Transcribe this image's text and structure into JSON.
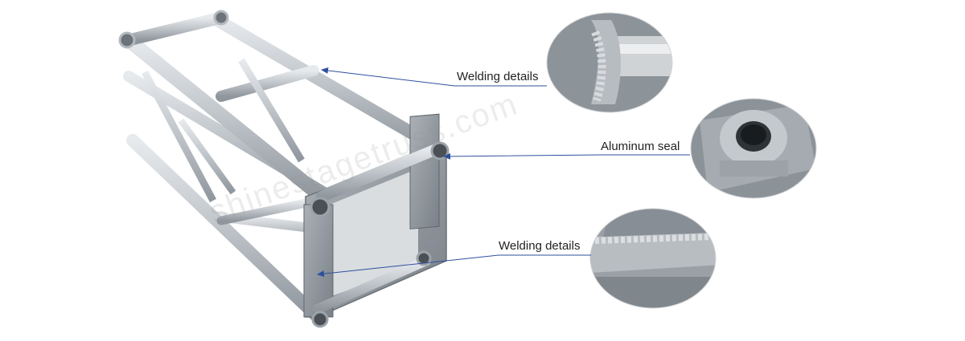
{
  "callouts": [
    {
      "label": "Welding details",
      "detail": "weld-joint-tube"
    },
    {
      "label": "Aluminum seal",
      "detail": "aluminum-seal-tube-end"
    },
    {
      "label": "Welding details",
      "detail": "weld-seam-plate"
    }
  ],
  "watermark": "shinestagetruss.com",
  "colors": {
    "arrow": "#2f4f9e",
    "metal": "#b9bec4",
    "metal_dark": "#7d848c",
    "background": "#ffffff"
  }
}
